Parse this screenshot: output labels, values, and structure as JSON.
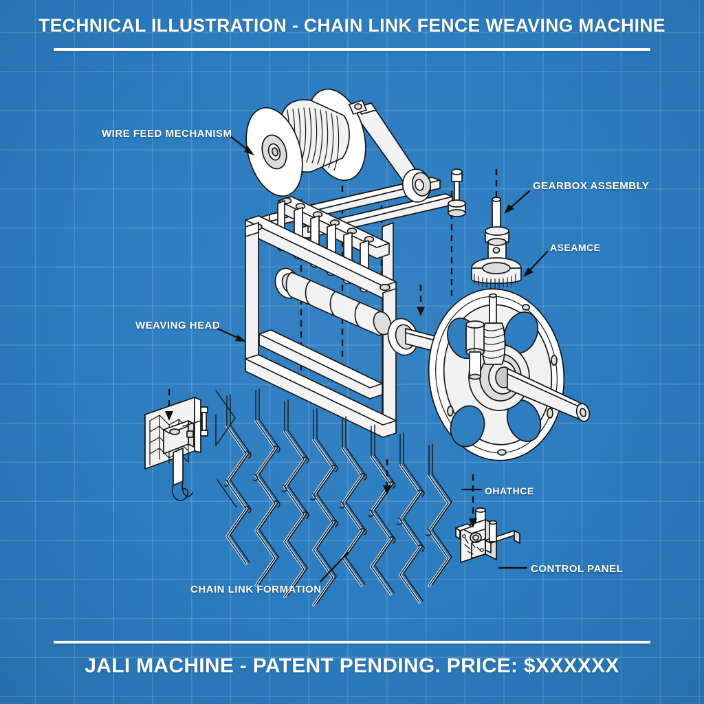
{
  "document": {
    "type": "technical-blueprint-illustration",
    "title": "TECHNICAL ILLUSTRATION - CHAIN LINK FENCE WEAVING MACHINE",
    "footer": "JALI MACHINE - PATENT PENDING.  PRICE: $XXXXXX"
  },
  "colors": {
    "background_blue": "#2b7cc0",
    "grid_line": "#ffffff",
    "part_fill": "#ffffff",
    "outline": "#111111",
    "label_text": "#ffffff"
  },
  "callouts": [
    {
      "id": "wire-feed",
      "label": "WIRE FEED MECHANISM",
      "position": "left-upper"
    },
    {
      "id": "weaving-head",
      "label": "WEAVING HEAD",
      "position": "left-middle"
    },
    {
      "id": "gearbox",
      "label": "GEARBOX ASSEMBLY",
      "position": "right-upper"
    },
    {
      "id": "aseamce",
      "label": "ASEAMCE",
      "position": "right-upper"
    },
    {
      "id": "ohathce",
      "label": "OHATHCE",
      "position": "right-lower"
    },
    {
      "id": "control-panel",
      "label": "CONTROL PANEL",
      "position": "right-lower"
    },
    {
      "id": "chain-link",
      "label": "CHAIN LINK FORMATION",
      "position": "bottom-left"
    }
  ],
  "components": [
    {
      "name": "wire-spool",
      "description": "wire feed spool with coiled wire on mounting arm"
    },
    {
      "name": "spool-mount-arm",
      "description": "isometric support arm with roller end"
    },
    {
      "name": "weaving-head-frame",
      "description": "open box frame with roller shaft and vertical forming pins"
    },
    {
      "name": "forming-pin-bar",
      "description": "bolted bar carrying six vertical forming pins"
    },
    {
      "name": "roller-shaft",
      "description": "stepped roller drum on drive shaft"
    },
    {
      "name": "gearbox-gear",
      "description": "spur gear on vertical shaft"
    },
    {
      "name": "worm-gear",
      "description": "worm screw engaging the flywheel hub"
    },
    {
      "name": "flywheel",
      "description": "large drive flywheel with four spoke cutouts and hub"
    },
    {
      "name": "drive-axle",
      "description": "output axle shaft with chamfered end"
    },
    {
      "name": "mesh-panel",
      "description": "finished mesh panel with hook lifting assembly"
    },
    {
      "name": "chain-link-mesh",
      "description": "woven diamond chain link fabric output"
    },
    {
      "name": "control-panel-box",
      "description": "compact control enclosure with dial and switches"
    },
    {
      "name": "fastener-pin",
      "description": "exploded shoulder bolt fastener"
    }
  ]
}
